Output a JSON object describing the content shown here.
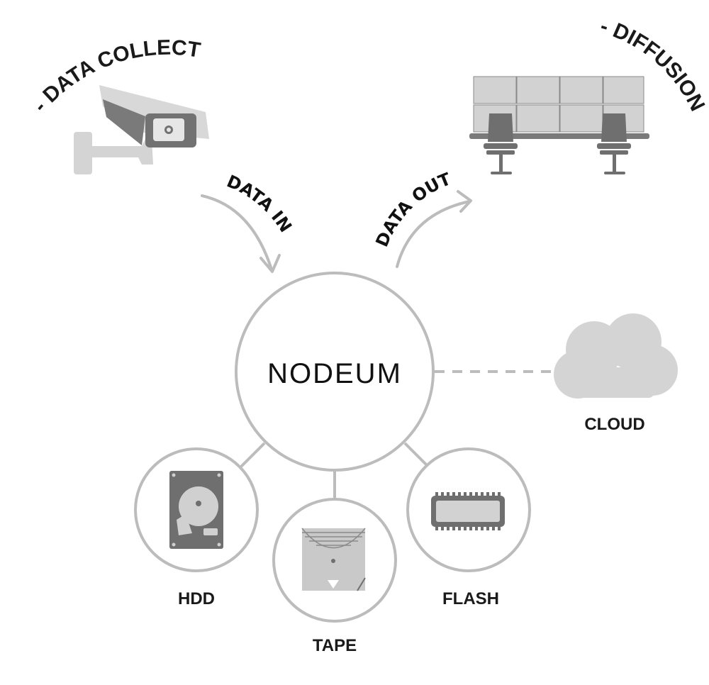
{
  "headings": {
    "collection": "- DATA COLLECTION -",
    "diffusion": "- DIFFUSION -"
  },
  "flows": {
    "data_in": "DATA IN",
    "data_out": "DATA OUT"
  },
  "hub": {
    "name": "NODEUM"
  },
  "storage": {
    "hdd": "HDD",
    "tape": "TAPE",
    "flash": "FLASH",
    "cloud": "CLOUD"
  },
  "icons": {
    "camera": "security-camera-icon",
    "videowall": "video-wall-icon",
    "hdd": "hard-drive-icon",
    "tape": "tape-cartridge-icon",
    "flash": "memory-chip-icon",
    "cloud": "cloud-icon"
  },
  "colors": {
    "line": "#bcbcbc",
    "icon_dark": "#6f6f6f",
    "icon_light": "#d2d2d2",
    "text": "#111111"
  }
}
